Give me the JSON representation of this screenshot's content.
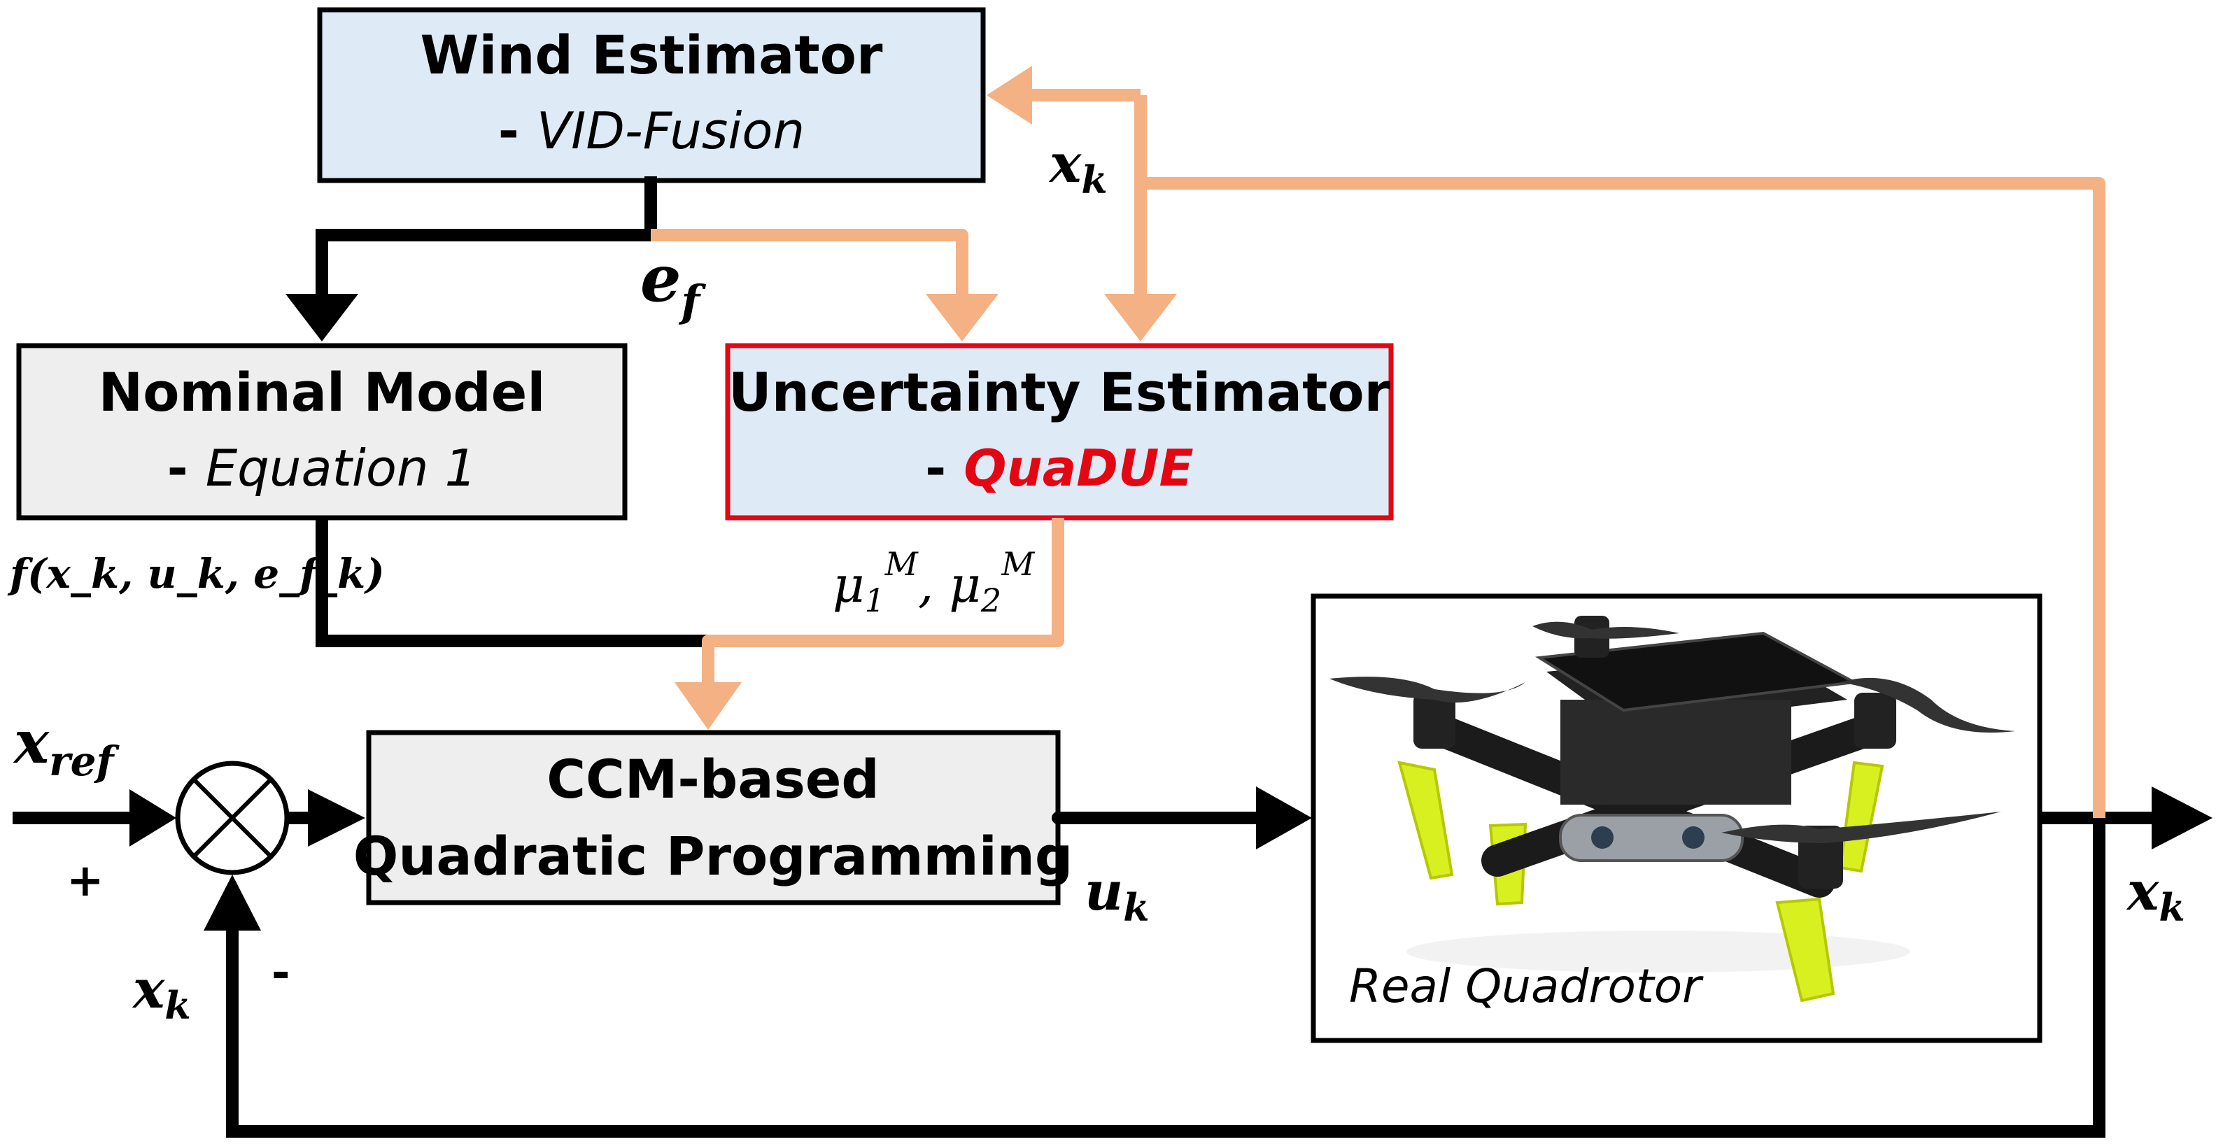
{
  "blocks": {
    "wind_estimator": {
      "title": "Wind Estimator",
      "prefix": "- ",
      "subtitle": "VID-Fusion"
    },
    "nominal_model": {
      "title": "Nominal Model",
      "prefix": "- ",
      "subtitle": "Equation 1"
    },
    "uncertainty_estimator": {
      "title": "Uncertainty Estimator",
      "prefix": "- ",
      "subtitle": "QuaDUE"
    },
    "controller": {
      "title_line1": "CCM-based",
      "title_line2": "Quadratic Programming"
    },
    "plant": {
      "caption": "Real Quadrotor"
    }
  },
  "signals": {
    "x_ref": {
      "base": "x",
      "sub": "ref"
    },
    "x_k": {
      "base": "x",
      "sub": "k"
    },
    "e_f": {
      "base": "e",
      "sub": "f"
    },
    "u_k": {
      "base": "u",
      "sub": "k"
    },
    "f_expr": "f(x_k, u_k, e_f_k)",
    "mu_1": {
      "base": "μ",
      "sub": "1",
      "sup": "M"
    },
    "mu_2": {
      "base": "μ",
      "sub": "2",
      "sup": "M"
    },
    "plus": "+",
    "minus": "-"
  },
  "colors": {
    "signal_black": "#000000",
    "signal_orange": "#f4b183",
    "box_blue": "#deeaf6",
    "box_gray": "#eeeeee",
    "box_red_border": "#e30613",
    "text_red": "#e30613"
  }
}
